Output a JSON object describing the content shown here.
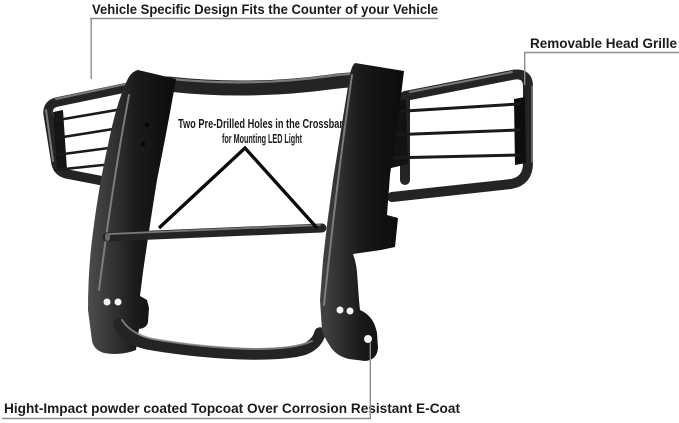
{
  "canvas": {
    "background": "#ffffff"
  },
  "colors": {
    "product_dark": "#242424",
    "product_highlight": "#8a8a8a",
    "callout_line": "#8e8e8e",
    "pointer_line": "#0a0a0a",
    "text": "#1b1b1b"
  },
  "callouts": {
    "top": {
      "label": "Vehicle Specific Design Fits the Counter of your Vehicle"
    },
    "right": {
      "label": "Removable Head Grille"
    },
    "crossbar": {
      "line1": "Two Pre-Drilled Holes in the Crossbar",
      "line2": "for Mounting LED Light"
    },
    "bottom": {
      "label": "Hight-Impact powder coated Topcoat Over Corrosion Resistant E-Coat"
    }
  }
}
